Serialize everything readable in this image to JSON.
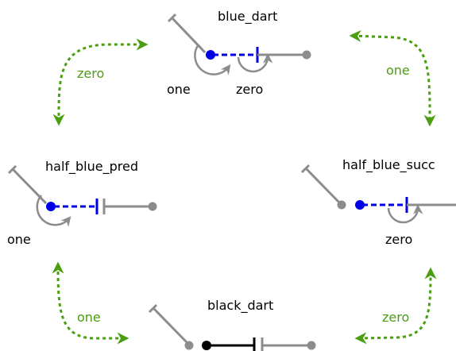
{
  "colors": {
    "gray": "#8c8c8c",
    "blue": "#0000e6",
    "black": "#000000",
    "green": "#4a9e10"
  },
  "nodes": {
    "blue_dart": {
      "title": "blue_dart",
      "label_left": "one",
      "label_right": "zero"
    },
    "half_blue_pred": {
      "title": "half_blue_pred",
      "label_left": "one"
    },
    "half_blue_succ": {
      "title": "half_blue_succ",
      "label_right": "zero"
    },
    "black_dart": {
      "title": "black_dart"
    }
  },
  "transitions": {
    "top_left": "zero",
    "top_right": "one",
    "bottom_left": "one",
    "bottom_right": "zero"
  }
}
